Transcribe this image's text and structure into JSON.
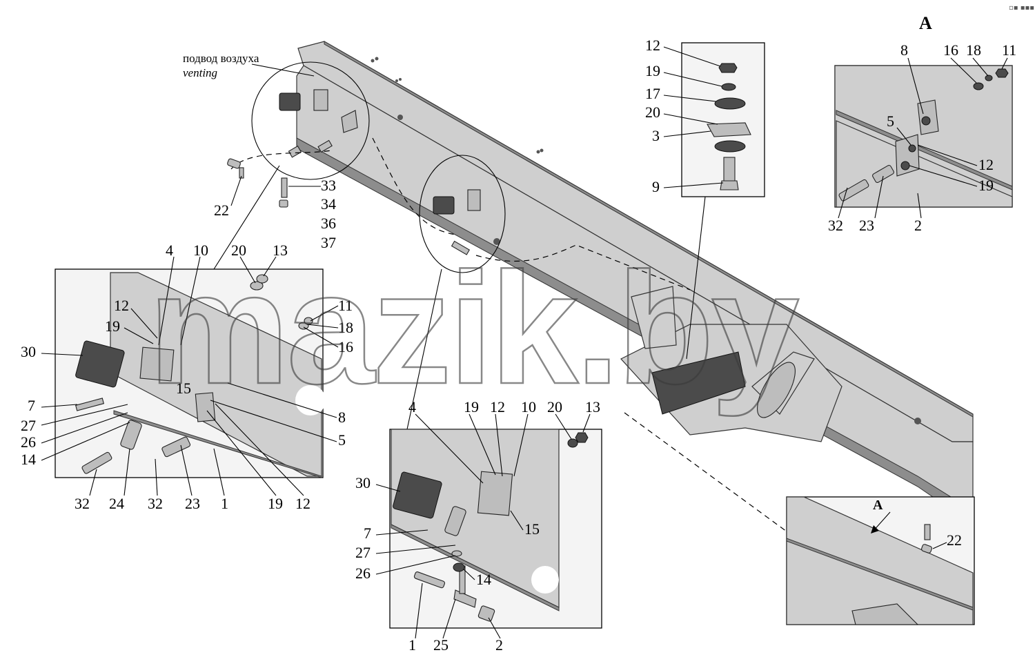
{
  "annotations": {
    "air_inlet_ru": "подвод воздуха",
    "air_inlet_en": "venting",
    "view_label": "A",
    "view_arrow_label": "A",
    "watermark": "mazik.by",
    "corner_mark": "▫▪ ▪▪▪"
  },
  "callouts": {
    "main": [
      "22",
      "33",
      "34",
      "36",
      "37"
    ],
    "left_detail": [
      "4",
      "10",
      "20",
      "13",
      "12",
      "19",
      "11",
      "18",
      "16",
      "30",
      "15",
      "7",
      "8",
      "27",
      "26",
      "5",
      "14",
      "32",
      "24",
      "32",
      "23",
      "1",
      "19",
      "12"
    ],
    "bolt_stack": [
      "12",
      "19",
      "17",
      "20",
      "3",
      "9"
    ],
    "view_a": [
      "8",
      "16",
      "18",
      "11",
      "5",
      "12",
      "19",
      "32",
      "23",
      "2"
    ],
    "center_detail": [
      "4",
      "19",
      "12",
      "10",
      "20",
      "13",
      "30",
      "15",
      "7",
      "27",
      "26",
      "14",
      "1",
      "25",
      "2"
    ],
    "bottom_right": [
      "22"
    ]
  }
}
